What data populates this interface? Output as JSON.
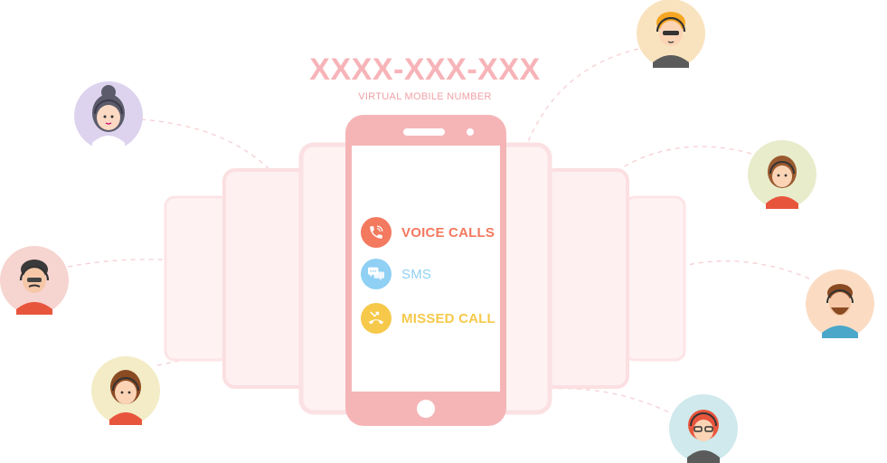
{
  "header": {
    "number": "XXXX-XXX-XXX",
    "caption": "VIRTUAL MOBILE  NUMBER"
  },
  "features": [
    {
      "label": "VOICE CALLS",
      "icon": "phone-call-icon",
      "color": "#f3795f"
    },
    {
      "label": "SMS",
      "icon": "chat-bubbles-icon",
      "color": "#8fd0f4"
    },
    {
      "label": "MISSED CALL",
      "icon": "missed-call-icon",
      "color": "#f6c94b"
    }
  ],
  "colors": {
    "phone": "#f5b5b7",
    "phone_ghost": "#fde6e7",
    "connector": "#f6cfd2"
  },
  "agents": [
    {
      "icon": "female-agent-headset-icon",
      "bg": "#ddd3ee"
    },
    {
      "icon": "male-agent-headset-icon",
      "bg": "#f6d4d0"
    },
    {
      "icon": "female-agent-headset-icon",
      "bg": "#f3ecc6"
    },
    {
      "icon": "male-agent-headset-icon",
      "bg": "#f9e3bf"
    },
    {
      "icon": "female-agent-headset-icon",
      "bg": "#e8eccb"
    },
    {
      "icon": "male-agent-headset-icon",
      "bg": "#fbdcc2"
    },
    {
      "icon": "female-agent-headset-icon",
      "bg": "#cfe9ec"
    }
  ]
}
